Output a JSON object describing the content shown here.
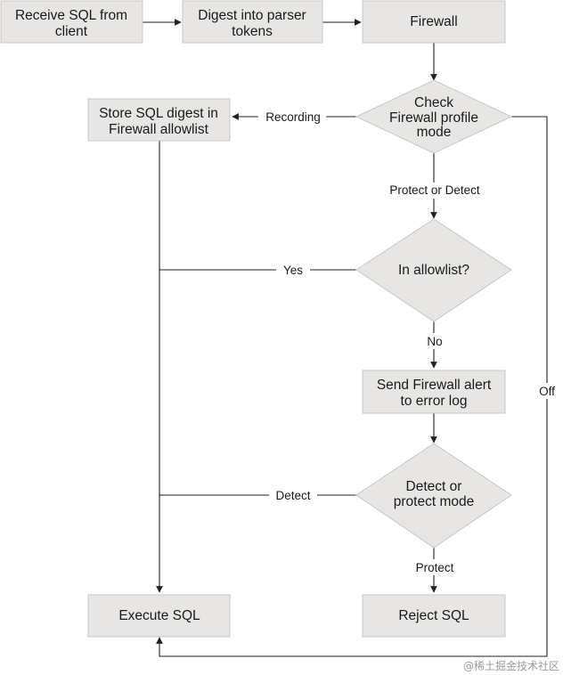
{
  "nodes": {
    "receive": [
      "Receive SQL from",
      "client"
    ],
    "digest": [
      "Digest into parser",
      "tokens"
    ],
    "firewall": [
      "Firewall"
    ],
    "check_mode": [
      "Check",
      "Firewall profile",
      "mode"
    ],
    "store_digest": [
      "Store SQL digest in",
      "Firewall allowlist"
    ],
    "in_allowlist": [
      "In allowlist?"
    ],
    "send_alert": [
      "Send Firewall alert",
      "to error log"
    ],
    "detect_protect": [
      "Detect or",
      "protect mode"
    ],
    "execute": [
      "Execute SQL"
    ],
    "reject": [
      "Reject SQL"
    ]
  },
  "edges": {
    "recording": "Recording",
    "protect_or_detect": "Protect or Detect",
    "off": "Off",
    "yes": "Yes",
    "no": "No",
    "detect": "Detect",
    "protect": "Protect"
  },
  "watermark": "@稀土掘金技术社区"
}
